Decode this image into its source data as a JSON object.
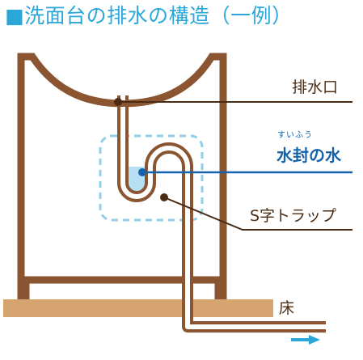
{
  "title": {
    "marker": "■",
    "text": "洗面台の排水の構造（一例）"
  },
  "labels": {
    "drain_outlet": "排水口",
    "water_seal_reading": "すいふう",
    "water_seal": "水封の水",
    "s_trap": "S字トラップ",
    "floor": "床"
  },
  "colors": {
    "title": "#2aa7d8",
    "pipe": "#8a5530",
    "leader_brown": "#4a2c14",
    "leader_blue": "#1662ad",
    "water": "#b7e0f4",
    "highlight_dash": "#8fcfe8",
    "floor": "#d6a470",
    "flow_arrow": "#2aa7d8"
  }
}
